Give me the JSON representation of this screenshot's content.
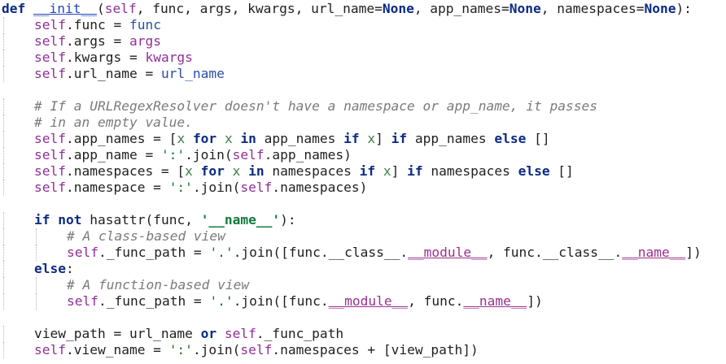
{
  "code": {
    "lines": [
      [
        [
          "kw",
          "def"
        ],
        [
          "p",
          " "
        ],
        [
          "fn",
          "__init__"
        ],
        [
          "p",
          "("
        ],
        [
          "self",
          "self"
        ],
        [
          "p",
          ", func, args, kwargs, url_name="
        ],
        [
          "const",
          "None"
        ],
        [
          "p",
          ", app_names="
        ],
        [
          "const",
          "None"
        ],
        [
          "p",
          ", namespaces="
        ],
        [
          "const",
          "None"
        ],
        [
          "p",
          "):"
        ]
      ],
      [
        [
          "self",
          "self"
        ],
        [
          "p",
          ".func = "
        ],
        [
          "plainblue",
          "func"
        ]
      ],
      [
        [
          "self",
          "self"
        ],
        [
          "p",
          ".args = "
        ],
        [
          "mag2",
          "args"
        ]
      ],
      [
        [
          "self",
          "self"
        ],
        [
          "p",
          ".kwargs = "
        ],
        [
          "mag2",
          "kwargs"
        ]
      ],
      [
        [
          "self",
          "self"
        ],
        [
          "p",
          ".url_name = "
        ],
        [
          "plainblue",
          "url_name"
        ]
      ],
      [],
      [
        [
          "cm",
          "# If a URLRegexResolver doesn't have a namespace or app_name, it passes"
        ]
      ],
      [
        [
          "cm",
          "# in an empty value."
        ]
      ],
      [
        [
          "self",
          "self"
        ],
        [
          "p",
          ".app_names = ["
        ],
        [
          "kwarg",
          "x"
        ],
        [
          "p",
          " "
        ],
        [
          "kw",
          "for"
        ],
        [
          "p",
          " "
        ],
        [
          "kwarg",
          "x"
        ],
        [
          "p",
          " "
        ],
        [
          "kw",
          "in"
        ],
        [
          "p",
          " app_names "
        ],
        [
          "kw",
          "if"
        ],
        [
          "p",
          " "
        ],
        [
          "kwarg",
          "x"
        ],
        [
          "p",
          "] "
        ],
        [
          "kw",
          "if"
        ],
        [
          "p",
          " app_names "
        ],
        [
          "kw",
          "else"
        ],
        [
          "p",
          " []"
        ]
      ],
      [
        [
          "self",
          "self"
        ],
        [
          "p",
          ".app_name = "
        ],
        [
          "strplain",
          "':'"
        ],
        [
          "p",
          ".join("
        ],
        [
          "self",
          "self"
        ],
        [
          "p",
          ".app_names)"
        ]
      ],
      [
        [
          "self",
          "self"
        ],
        [
          "p",
          ".namespaces = ["
        ],
        [
          "kwarg",
          "x"
        ],
        [
          "p",
          " "
        ],
        [
          "kw",
          "for"
        ],
        [
          "p",
          " "
        ],
        [
          "kwarg",
          "x"
        ],
        [
          "p",
          " "
        ],
        [
          "kw",
          "in"
        ],
        [
          "p",
          " namespaces "
        ],
        [
          "kw",
          "if"
        ],
        [
          "p",
          " "
        ],
        [
          "kwarg",
          "x"
        ],
        [
          "p",
          "] "
        ],
        [
          "kw",
          "if"
        ],
        [
          "p",
          " namespaces "
        ],
        [
          "kw",
          "else"
        ],
        [
          "p",
          " []"
        ]
      ],
      [
        [
          "self",
          "self"
        ],
        [
          "p",
          ".namespace = "
        ],
        [
          "strplain",
          "':'"
        ],
        [
          "p",
          ".join("
        ],
        [
          "self",
          "self"
        ],
        [
          "p",
          ".namespaces)"
        ]
      ],
      [],
      [
        [
          "kw",
          "if"
        ],
        [
          "p",
          " "
        ],
        [
          "kw",
          "not"
        ],
        [
          "p",
          " hasattr(func, "
        ],
        [
          "str",
          "'__name__'"
        ],
        [
          "p",
          "):"
        ]
      ],
      [
        [
          "cm",
          "# A class-based view"
        ]
      ],
      [
        [
          "self",
          "self"
        ],
        [
          "p",
          "._func_path = "
        ],
        [
          "strplain",
          "'.'"
        ],
        [
          "p",
          ".join([func.__class__."
        ],
        [
          "mag",
          "__module__"
        ],
        [
          "p",
          ", func.__class__."
        ],
        [
          "mag",
          "__name__"
        ],
        [
          "p",
          "])"
        ]
      ],
      [
        [
          "kw",
          "else"
        ],
        [
          "p",
          ":"
        ]
      ],
      [
        [
          "cm",
          "# A function-based view"
        ]
      ],
      [
        [
          "self",
          "self"
        ],
        [
          "p",
          "._func_path = "
        ],
        [
          "strplain",
          "'.'"
        ],
        [
          "p",
          ".join([func."
        ],
        [
          "mag",
          "__module__"
        ],
        [
          "p",
          ", func."
        ],
        [
          "mag",
          "__name__"
        ],
        [
          "p",
          "])"
        ]
      ],
      [],
      [
        [
          "p",
          "view_path = url_name "
        ],
        [
          "kw",
          "or"
        ],
        [
          "p",
          " "
        ],
        [
          "self",
          "self"
        ],
        [
          "p",
          "._func_path"
        ]
      ],
      [
        [
          "self",
          "self"
        ],
        [
          "p",
          ".view_name = "
        ],
        [
          "strplain",
          "':'"
        ],
        [
          "p",
          ".join("
        ],
        [
          "self",
          "self"
        ],
        [
          "p",
          ".namespaces + [view_path])"
        ]
      ]
    ],
    "indents": [
      0,
      1,
      1,
      1,
      1,
      0,
      1,
      1,
      1,
      1,
      1,
      1,
      0,
      1,
      2,
      2,
      1,
      2,
      2,
      0,
      1,
      1
    ]
  }
}
